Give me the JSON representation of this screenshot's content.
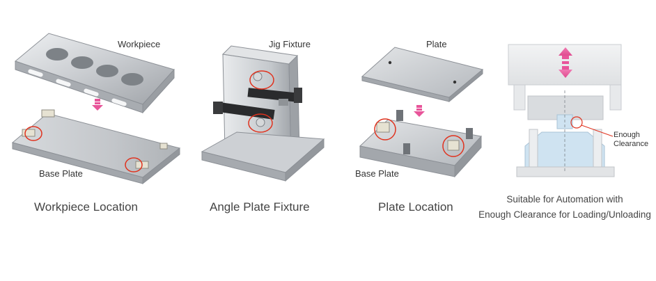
{
  "colors": {
    "metal_light": "#d9dcdf",
    "metal_mid": "#b4b8bd",
    "metal_dark": "#8c9096",
    "highlight_circle": "#e0321e",
    "arrow_pink": "#e8559a",
    "clearance_blue": "#cfe3f1"
  },
  "panels": [
    {
      "id": "workpiece-location",
      "top_label": "Workpiece",
      "bottom_label": "Base Plate",
      "caption": "Workpiece Location"
    },
    {
      "id": "angle-plate-fixture",
      "top_label": "Jig Fixture",
      "caption": "Angle Plate Fixture"
    },
    {
      "id": "plate-location",
      "top_label": "Plate",
      "bottom_label": "Base Plate",
      "caption": "Plate Location"
    },
    {
      "id": "automation",
      "callout_line1": "Enough",
      "callout_line2": "Clearance",
      "caption_line1": "Suitable for Automation with",
      "caption_line2": "Enough Clearance for Loading/Unloading"
    }
  ]
}
